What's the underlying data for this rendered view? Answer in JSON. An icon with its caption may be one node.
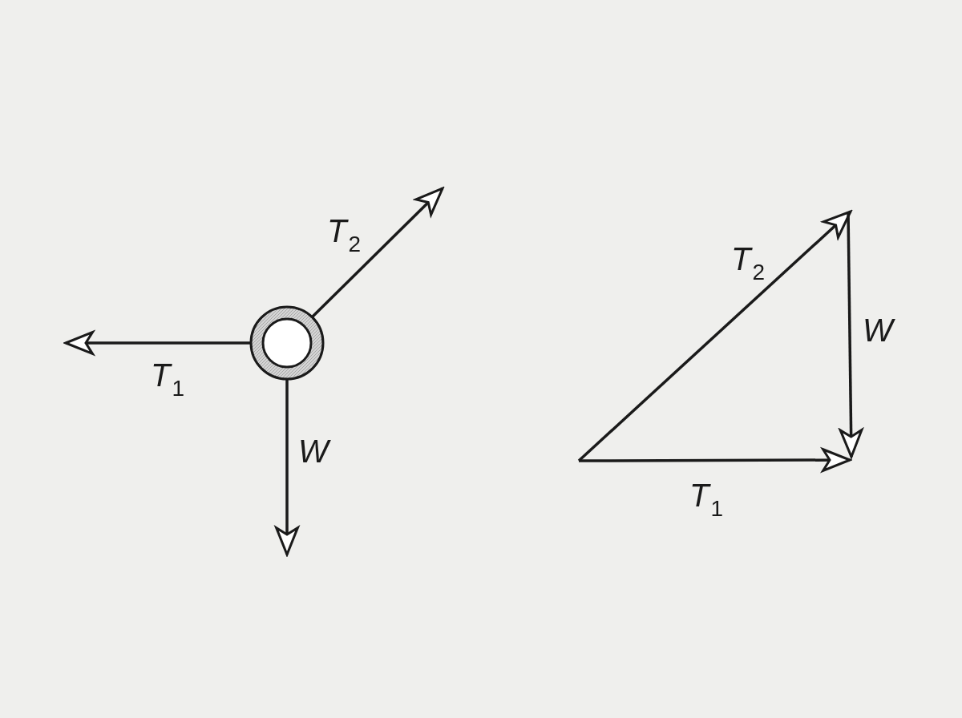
{
  "diagram": {
    "labels": [
      "*T*$_{2}$",
      "*T*$_{1}$",
      "*W*",
      "*T*$_{2}$",
      "*W*",
      "*T*$_{1}$"
    ]
  }
}
